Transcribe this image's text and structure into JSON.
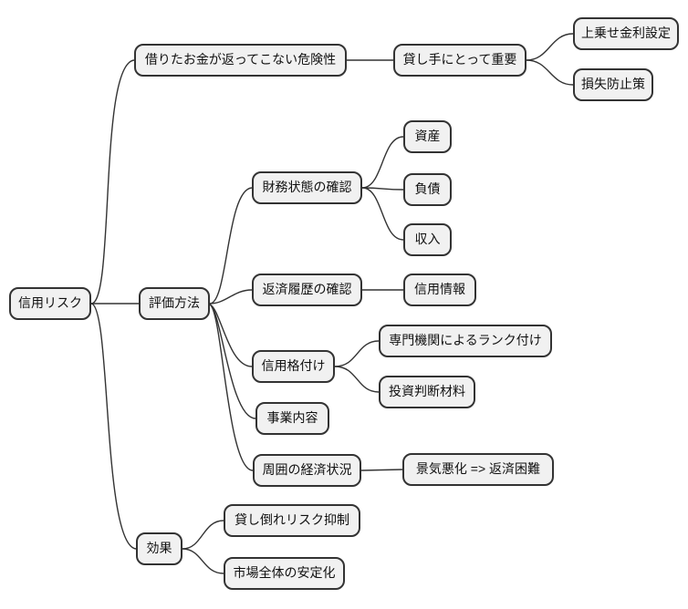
{
  "diagram": {
    "type": "mindmap",
    "topic": "credit-risk",
    "colors": {
      "background": "#ffffff",
      "node_fill": "#f1f1f1",
      "node_border": "#333333",
      "edge": "#333333",
      "text": "#111111"
    },
    "root": {
      "label": "信用リスク"
    },
    "branches": [
      {
        "label": "借りたお金が返ってこない危険性",
        "children": [
          {
            "label": "貸し手にとって重要",
            "children": [
              {
                "label": "上乗せ金利設定"
              },
              {
                "label": "損失防止策"
              }
            ]
          }
        ]
      },
      {
        "label": "評価方法",
        "children": [
          {
            "label": "財務状態の確認",
            "children": [
              {
                "label": "資産"
              },
              {
                "label": "負債"
              },
              {
                "label": "収入"
              }
            ]
          },
          {
            "label": "返済履歴の確認",
            "children": [
              {
                "label": "信用情報"
              }
            ]
          },
          {
            "label": "信用格付け",
            "children": [
              {
                "label": "専門機関によるランク付け"
              },
              {
                "label": "投資判断材料"
              }
            ]
          },
          {
            "label": "事業内容",
            "children": []
          },
          {
            "label": "周囲の経済状況",
            "children": [
              {
                "label": "景気悪化 => 返済困難"
              }
            ]
          }
        ]
      },
      {
        "label": "効果",
        "children": [
          {
            "label": "貸し倒れリスク抑制"
          },
          {
            "label": "市場全体の安定化"
          }
        ]
      }
    ]
  }
}
